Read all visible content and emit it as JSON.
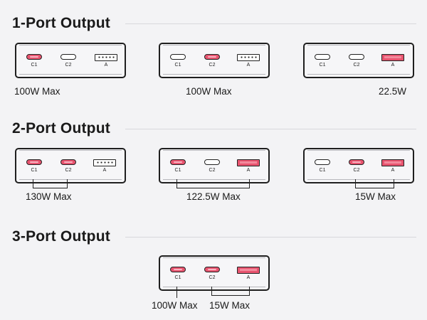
{
  "sections": [
    {
      "title": "1-Port Output"
    },
    {
      "title": "2-Port Output"
    },
    {
      "title": "3-Port Output"
    }
  ],
  "port_labels": {
    "c1": "C1",
    "c2": "C2",
    "a": "A"
  },
  "colors": {
    "active_port": "#e8546f",
    "inactive_port": "#ffffff",
    "outline": "#1f1f1f"
  },
  "configs": {
    "one_port": [
      {
        "active": [
          "C1"
        ],
        "caption": "100W Max"
      },
      {
        "active": [
          "C2"
        ],
        "caption": "100W Max"
      },
      {
        "active": [
          "A"
        ],
        "caption": "22.5W"
      }
    ],
    "two_port": [
      {
        "active": [
          "C1",
          "C2"
        ],
        "caption": "130W Max"
      },
      {
        "active": [
          "C1",
          "A"
        ],
        "caption": "122.5W Max"
      },
      {
        "active": [
          "C2",
          "A"
        ],
        "caption": "15W Max"
      }
    ],
    "three_port": [
      {
        "active": [
          "C1",
          "C2",
          "A"
        ],
        "captions": [
          "100W Max",
          "15W Max"
        ]
      }
    ]
  }
}
